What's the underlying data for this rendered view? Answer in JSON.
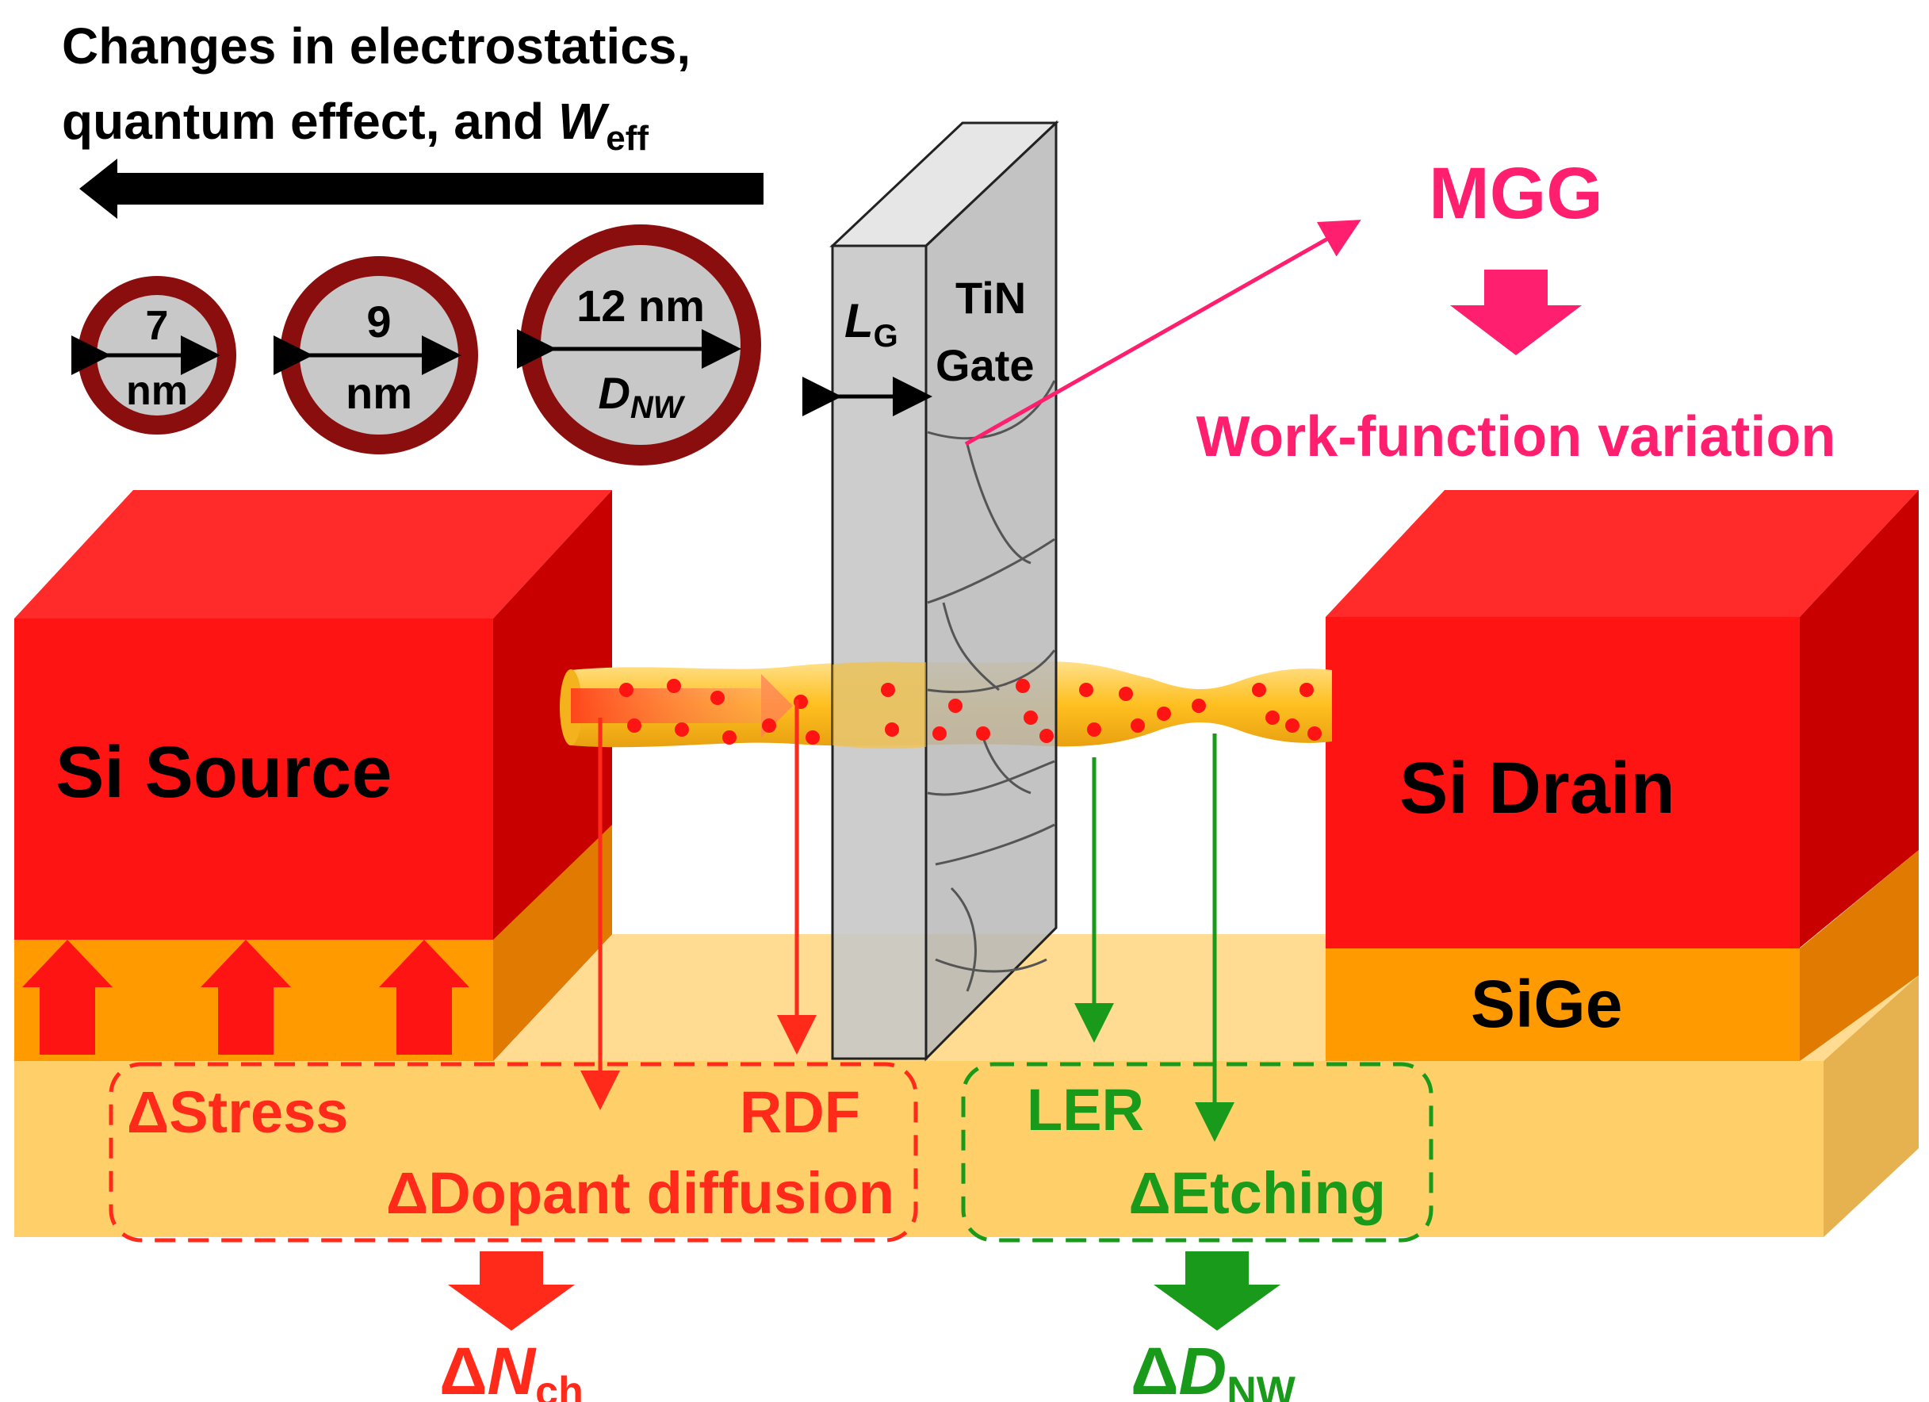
{
  "header": {
    "line1": "Changes in electrostatics,",
    "line2_main": "quantum effect, and ",
    "line2_var": "W",
    "line2_sub": "eff"
  },
  "nanowires": [
    {
      "top": "7",
      "bottom": "nm"
    },
    {
      "top": "9",
      "bottom": "nm"
    },
    {
      "top": "12 nm",
      "bottom_var": "D",
      "bottom_sub": "NW"
    }
  ],
  "gate": {
    "length_var": "L",
    "length_sub": "G",
    "material_line1": "TiN",
    "material_line2": "Gate"
  },
  "mgg": {
    "label": "MGG",
    "effect": "Work-function variation"
  },
  "regions": {
    "source": "Si Source",
    "drain": "Si Drain",
    "buffer": "SiGe"
  },
  "red_group": {
    "stress": "ΔStress",
    "rdf": "RDF",
    "dopant": "ΔDopant diffusion",
    "result_prefix": "Δ",
    "result_var": "N",
    "result_sub": "ch"
  },
  "green_group": {
    "ler": "LER",
    "etching": "ΔEtching",
    "result_prefix": "Δ",
    "result_var": "D",
    "result_sub": "NW"
  },
  "colors": {
    "mgg_pink": "#ff1f6e",
    "red_text": "#ff2a1a",
    "green_text": "#1a9a1a",
    "si_red": "#ff1414",
    "sige_orange": "#ff9a00",
    "substrate": "#ffcf6a",
    "gate_grey": "#c8c8c8",
    "nanowire_gold": "#ffc020",
    "ring_maroon": "#8b0e0e"
  }
}
